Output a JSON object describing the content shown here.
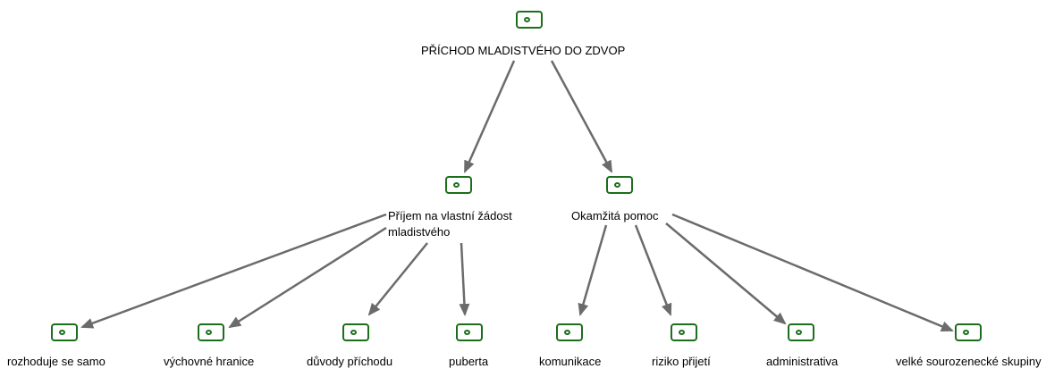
{
  "root": {
    "label": "PŘÍCHOD MLADISTVÉHO DO ZDVOP"
  },
  "branches": [
    {
      "label_line1": "Příjem na vlastní žádost",
      "label_line2": "mladistvého",
      "children": [
        "rozhoduje se samo",
        "výchovné hranice",
        "důvody příchodu",
        "puberta"
      ]
    },
    {
      "label_line1": "Okamžitá pomoc",
      "children": [
        "komunikace",
        "riziko přijetí",
        "administrativa",
        "velké sourozenecké skupiny"
      ]
    }
  ],
  "colors": {
    "node_icon": "#1b6e1b",
    "arrow": "#6b6b6b"
  }
}
